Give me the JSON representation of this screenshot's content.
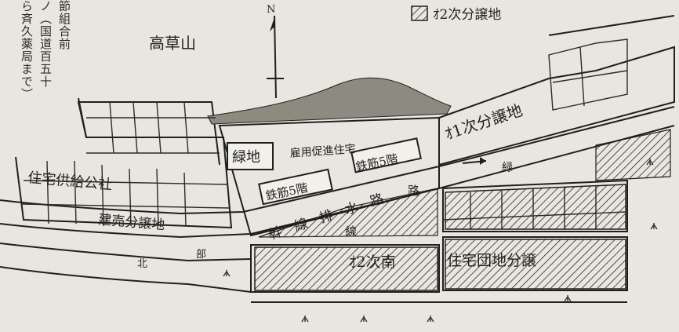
{
  "legend": {
    "label": "ｵ2次分譲地"
  },
  "side_note": {
    "lines": [
      "節組合前",
      "ノ（国道百五十",
      "ら斉久薬局まで）"
    ]
  },
  "labels": {
    "mountain": "高草山",
    "greenery": "緑地",
    "employment_housing": "雇用促進住宅",
    "rc5_a": "鉄筋5階",
    "rc5_b": "鉄筋5階",
    "canal": "幹　線　排　水　路",
    "canal_end": "線",
    "drainage_char": "路",
    "housing_corp": "住宅供給公社",
    "built_for_sale": "建売分譲地",
    "first_phase": "ｵ1次分譲地",
    "second_phase_south": "ｵ2次南",
    "housing_complex": "住宅団地分譲",
    "north": "北",
    "bu": "部",
    "ryoku": "緑"
  },
  "colors": {
    "paper": "#e8e6df",
    "ink": "#1f1f1f",
    "hatch": "#2a2a2a"
  },
  "icons": {
    "north_arrow": "north-arrow-icon",
    "marsh": "marsh-symbol-icon"
  }
}
